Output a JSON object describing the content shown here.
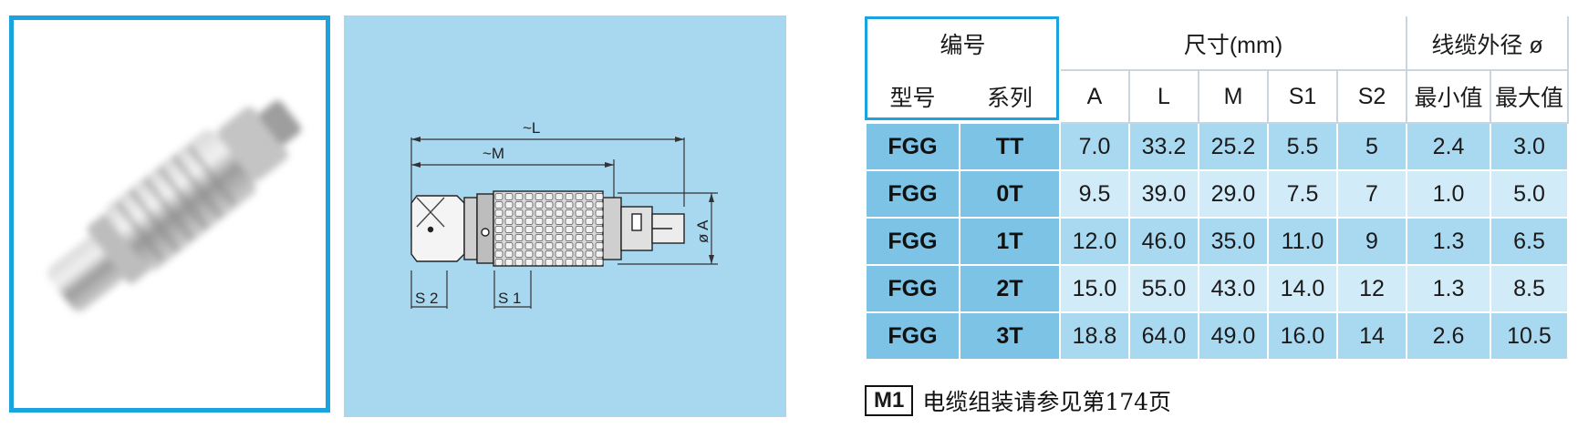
{
  "drawing": {
    "label_L": "~L",
    "label_M": "~M",
    "label_A": "ø A",
    "label_S1": "S 1",
    "label_S2": "S 2"
  },
  "table": {
    "group_code": "编号",
    "group_dims": "尺寸(mm)",
    "group_cable": "线缆外径 ø",
    "col_model": "型号",
    "col_series": "系列",
    "col_A": "A",
    "col_L": "L",
    "col_M": "M",
    "col_S1": "S1",
    "col_S2": "S2",
    "col_min": "最小值",
    "col_max": "最大值",
    "rows": [
      {
        "model": "FGG",
        "series": "TT",
        "A": "7.0",
        "L": "33.2",
        "M": "25.2",
        "S1": "5.5",
        "S2": "5",
        "min": "2.4",
        "max": "3.0"
      },
      {
        "model": "FGG",
        "series": "0T",
        "A": "9.5",
        "L": "39.0",
        "M": "29.0",
        "S1": "7.5",
        "S2": "7",
        "min": "1.0",
        "max": "5.0"
      },
      {
        "model": "FGG",
        "series": "1T",
        "A": "12.0",
        "L": "46.0",
        "M": "35.0",
        "S1": "11.0",
        "S2": "9",
        "min": "1.3",
        "max": "6.5"
      },
      {
        "model": "FGG",
        "series": "2T",
        "A": "15.0",
        "L": "55.0",
        "M": "43.0",
        "S1": "14.0",
        "S2": "12",
        "min": "1.3",
        "max": "8.5"
      },
      {
        "model": "FGG",
        "series": "3T",
        "A": "18.8",
        "L": "64.0",
        "M": "49.0",
        "S1": "16.0",
        "S2": "14",
        "min": "2.6",
        "max": "10.5"
      }
    ]
  },
  "note": {
    "tag": "M1",
    "text": "电缆组装请参见第174页"
  },
  "colors": {
    "frame_blue": "#1aa3de",
    "drawing_bg": "#a8d8f0",
    "id_cell": "#7cc3e6",
    "row_a": "#a9d9f1",
    "row_b": "#d2ebf8"
  },
  "icons": {
    "photo": "connector-plug-photo",
    "drawing": "connector-dimension-drawing"
  }
}
